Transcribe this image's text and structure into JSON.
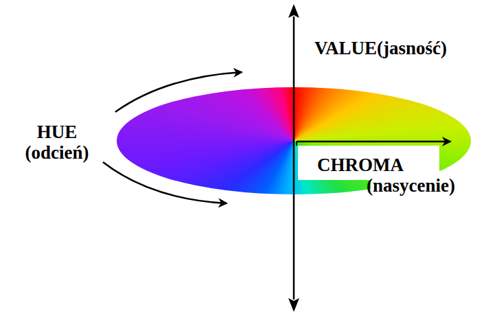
{
  "diagram": {
    "labels": [
      "VALUE(jasność)",
      "HUE (odcień)",
      "CHROMA (nasycenie)"
    ]
  }
}
